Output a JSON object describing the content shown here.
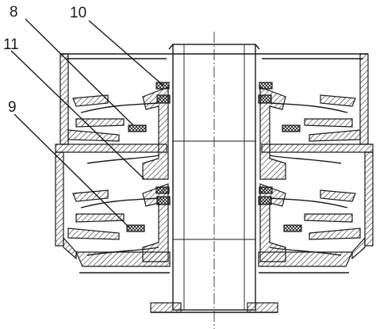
{
  "labels": {
    "l8": "8",
    "l10": "10",
    "l11": "11",
    "l9": "9"
  }
}
